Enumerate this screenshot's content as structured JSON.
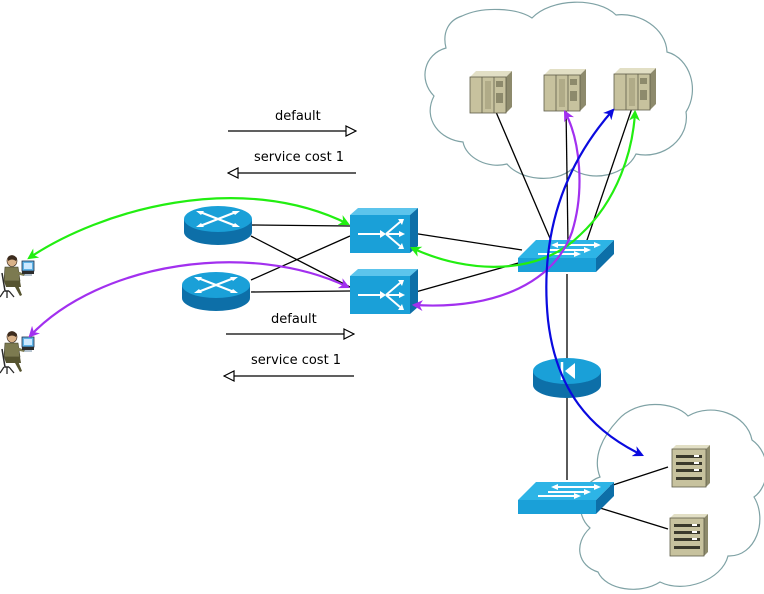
{
  "labels": {
    "default_top": "default",
    "service_top": "service cost 1",
    "default_bottom": "default",
    "service_bottom": "service cost 1"
  },
  "colors": {
    "green": "#22ee11",
    "purple": "#a230ef",
    "blue": "#0a0adf",
    "device_blue": "#1aa0d8",
    "device_dark": "#0d6fa8",
    "server_tan": "#c7c29e",
    "cloud_stroke": "#7fa2a5"
  },
  "icons": {
    "router": "router-icon",
    "l4_switch": "layer4-switch-icon",
    "workgroup_switch": "workgroup-switch-icon",
    "director": "content-director-icon",
    "mainframe": "mainframe-server-icon",
    "tower_server": "tower-server-icon",
    "user": "user-workstation-icon",
    "cloud": "cloud-icon"
  }
}
